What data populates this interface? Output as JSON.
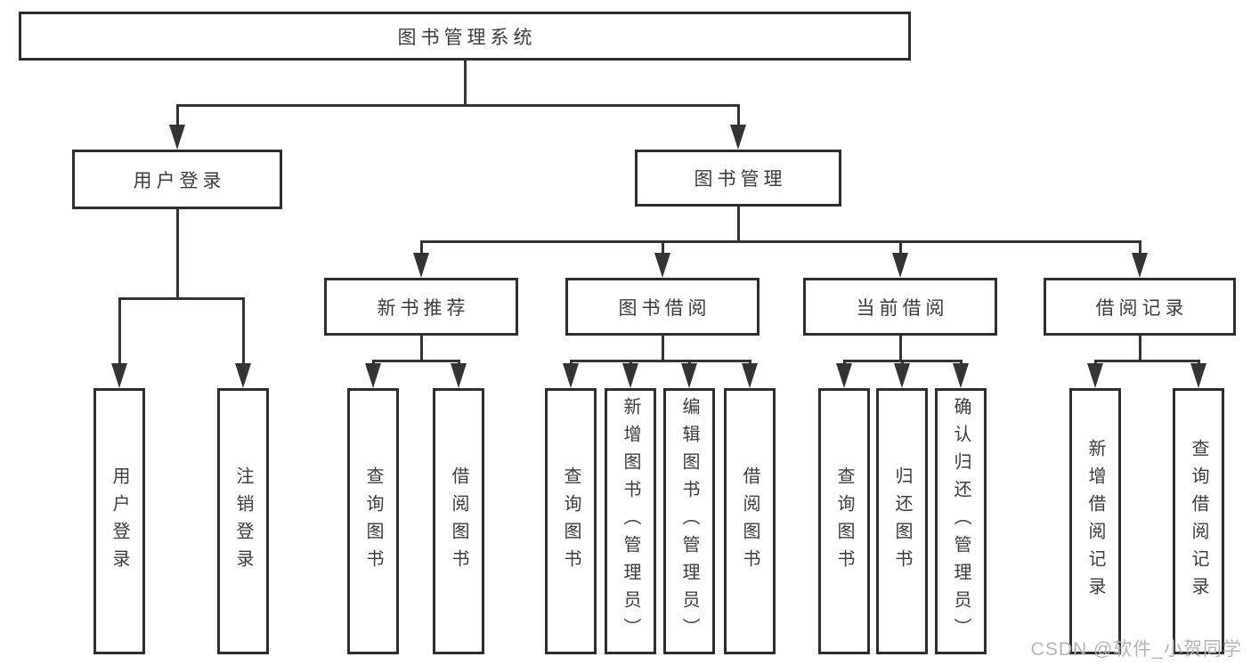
{
  "diagram": {
    "root": {
      "label": "图书管理系统"
    },
    "branches": [
      {
        "label": "用户登录",
        "children": [
          {
            "label": "用户登录"
          },
          {
            "label": "注销登录"
          }
        ]
      },
      {
        "label": "图书管理",
        "children": [
          {
            "label": "新书推荐",
            "children": [
              {
                "label": "查询图书"
              },
              {
                "label": "借阅图书"
              }
            ]
          },
          {
            "label": "图书借阅",
            "children": [
              {
                "label": "查询图书"
              },
              {
                "label": "新增图书（管理员）"
              },
              {
                "label": "编辑图书（管理员）"
              },
              {
                "label": "借阅图书"
              }
            ]
          },
          {
            "label": "当前借阅",
            "children": [
              {
                "label": "查询图书"
              },
              {
                "label": "归还图书"
              },
              {
                "label": "确认归还（管理员）"
              }
            ]
          },
          {
            "label": "借阅记录",
            "children": [
              {
                "label": "新增借阅记录"
              },
              {
                "label": "查询借阅记录"
              }
            ]
          }
        ]
      }
    ],
    "colors": {
      "line": "#343434",
      "border": "#2e2e2e",
      "text": "#3c3c3c",
      "background": "#ffffff"
    }
  },
  "watermark": {
    "text": "CSDN @软件_小贺同学",
    "color": "#b4b4b4"
  }
}
